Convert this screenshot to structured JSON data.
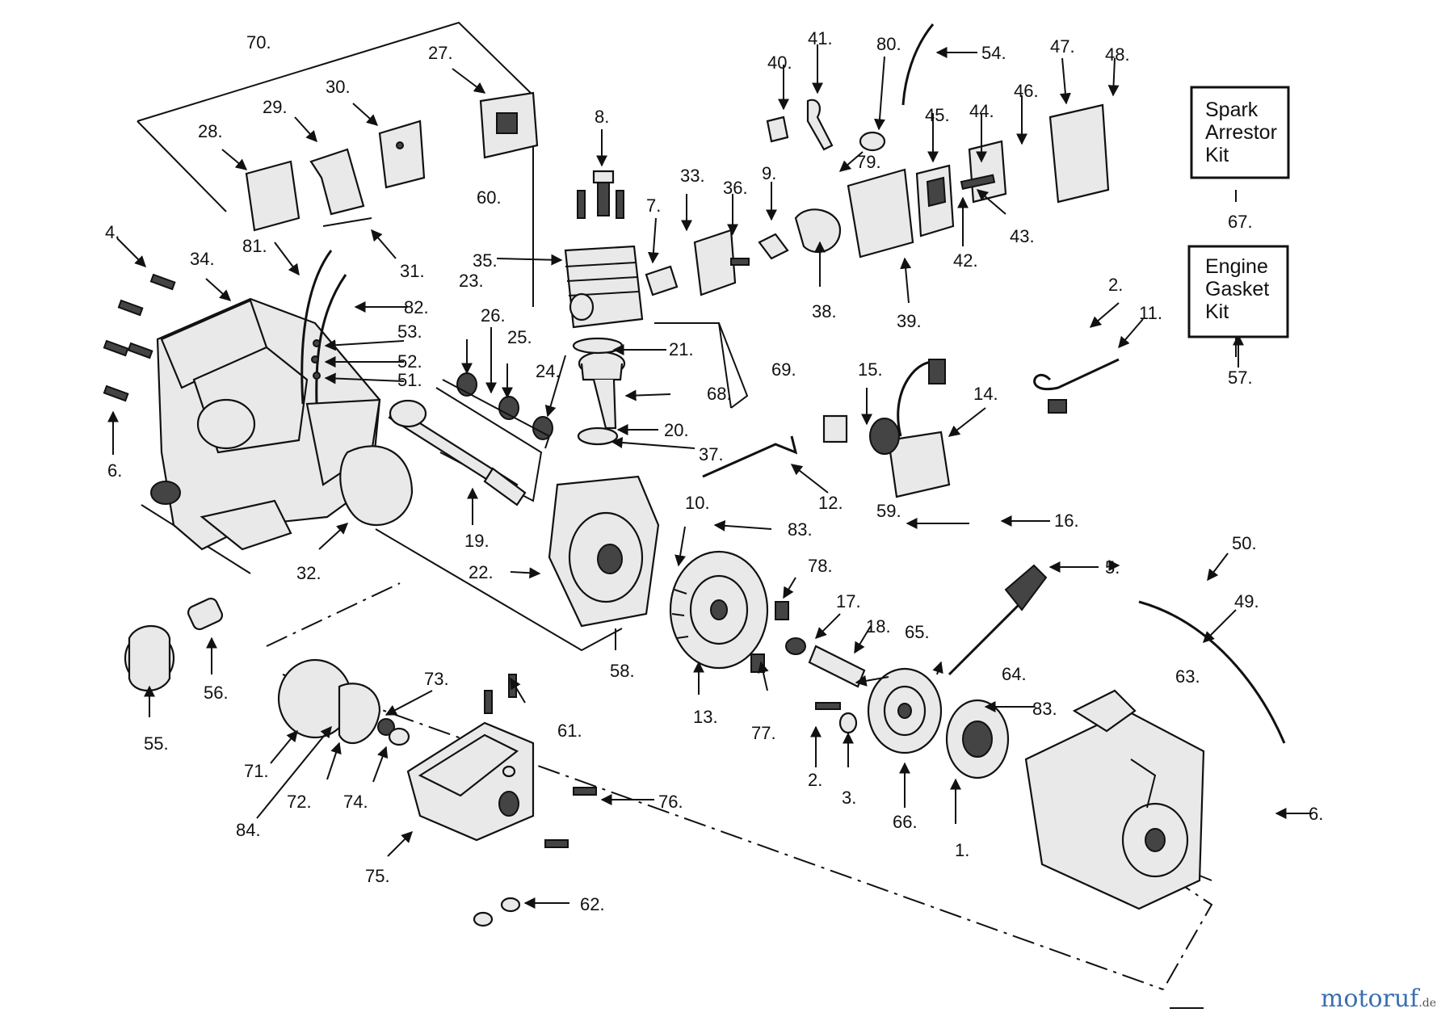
{
  "callouts": [
    "1.",
    "2.",
    "2.",
    "3.",
    "4.",
    "5.",
    "6.",
    "6.",
    "7.",
    "8.",
    "9.",
    "10.",
    "11.",
    "12.",
    "13.",
    "14.",
    "15.",
    "16.",
    "17.",
    "18.",
    "19.",
    "20.",
    "21.",
    "22.",
    "23.",
    "24.",
    "25.",
    "26.",
    "27.",
    "28.",
    "29.",
    "30.",
    "31.",
    "32.",
    "33.",
    "34.",
    "35.",
    "36.",
    "37.",
    "38.",
    "39.",
    "40.",
    "41.",
    "42.",
    "43.",
    "44.",
    "45.",
    "46.",
    "47.",
    "48.",
    "49.",
    "50.",
    "51.",
    "52.",
    "53.",
    "54.",
    "55.",
    "56.",
    "57.",
    "58.",
    "59.",
    "60.",
    "61.",
    "62.",
    "63.",
    "64.",
    "65.",
    "66.",
    "67.",
    "68.",
    "69.",
    "70.",
    "71.",
    "72.",
    "73.",
    "74.",
    "75.",
    "76.",
    "77.",
    "78.",
    "79.",
    "80.",
    "81.",
    "82.",
    "83.",
    "83.",
    "84."
  ],
  "kits": [
    {
      "lines": [
        "Spark",
        "Arrestor",
        "Kit"
      ]
    },
    {
      "lines": [
        "Engine",
        "Gasket",
        "Kit"
      ]
    }
  ],
  "watermark": {
    "brand": "motoruf",
    "suffix": ".de",
    "color_o": "#3a6fb0",
    "color_t": "#2e8b3a",
    "color_u": "#e0a020",
    "color_f": "#c03030"
  }
}
